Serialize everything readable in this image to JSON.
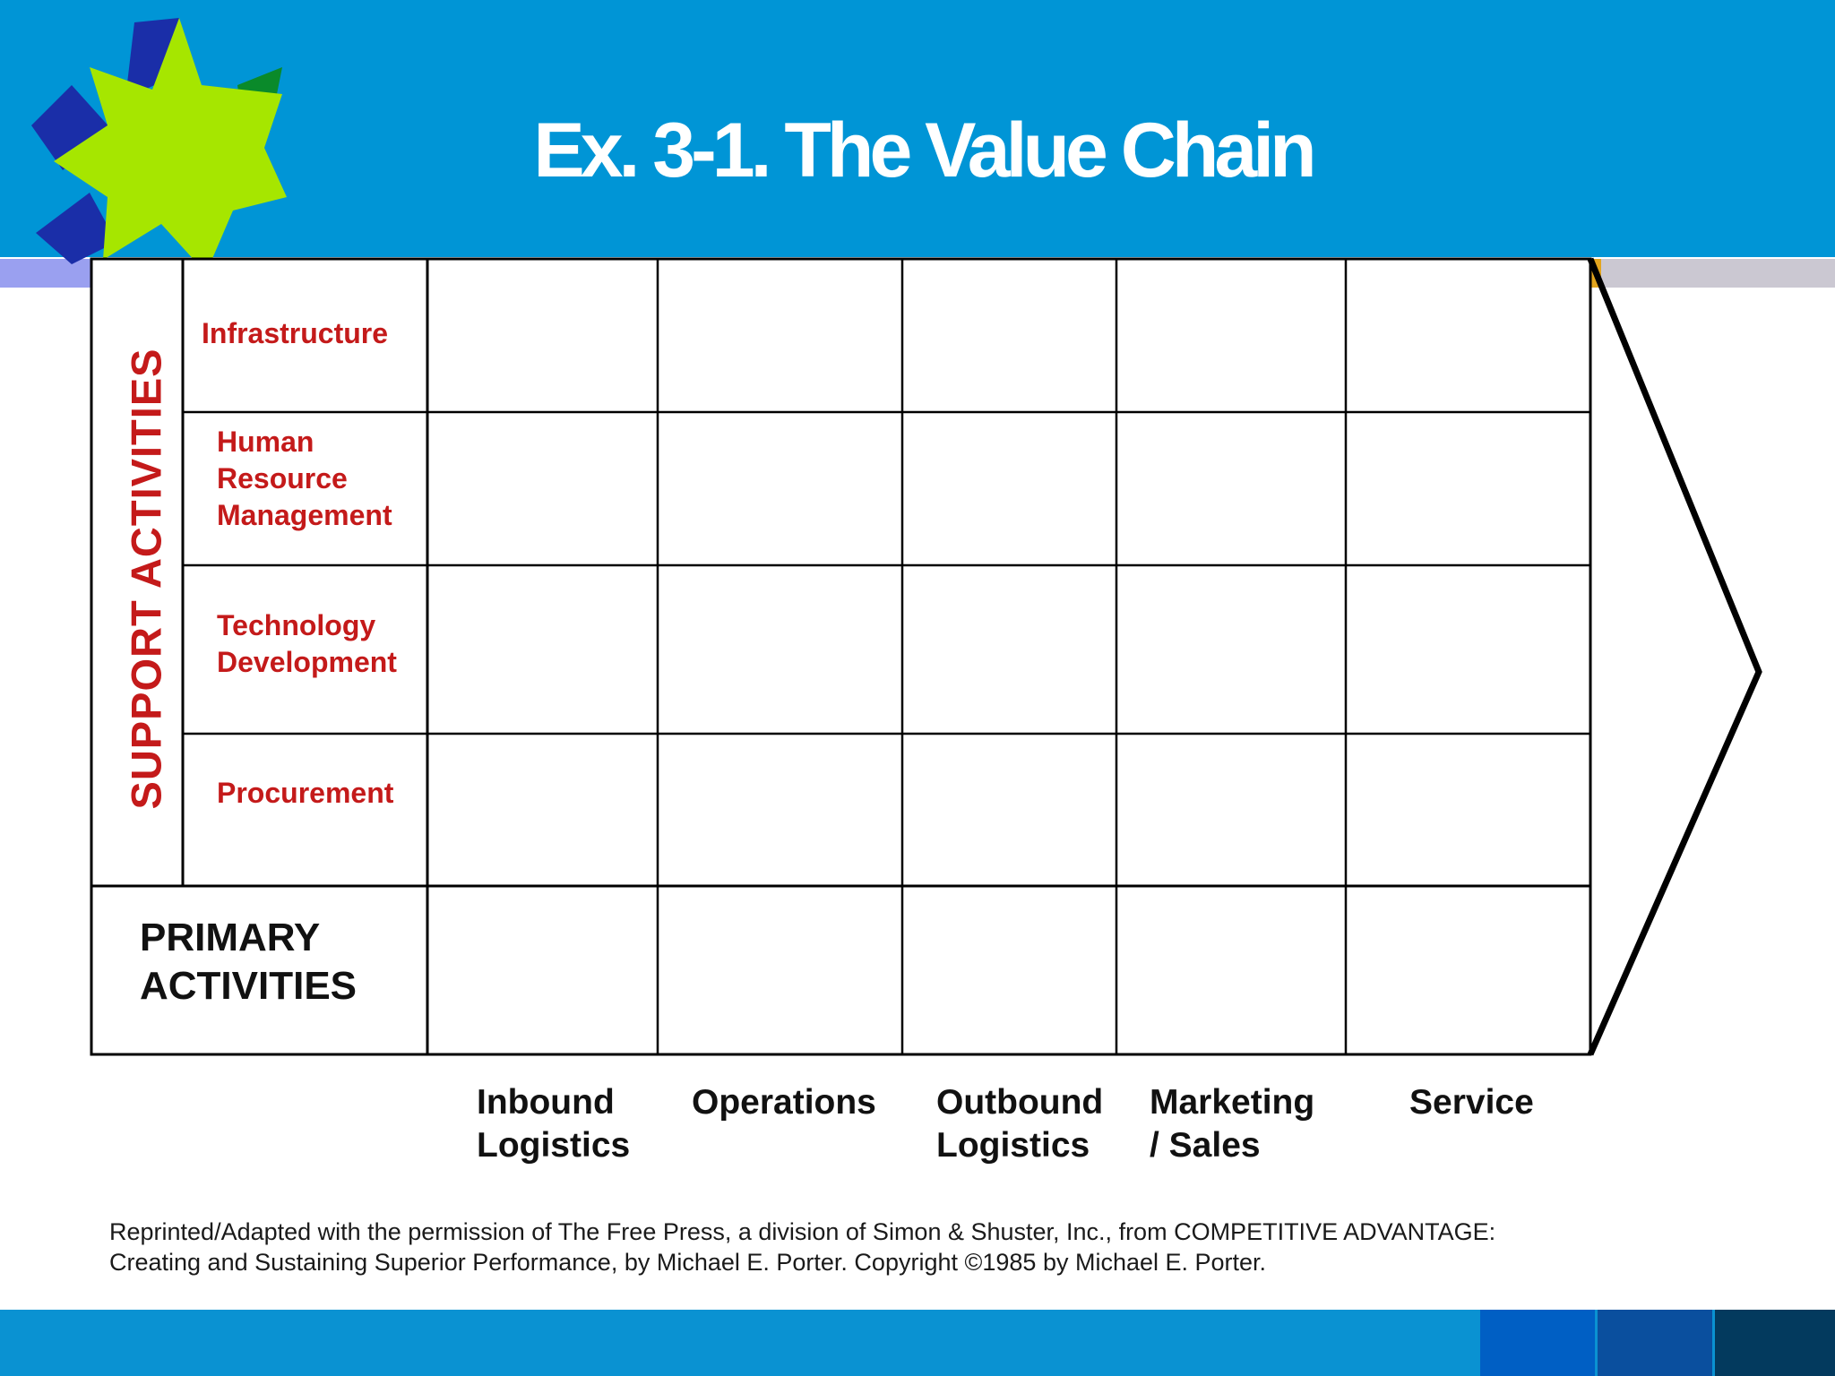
{
  "slide": {
    "title": "Ex. 3-1. The Value Chain",
    "colors": {
      "header_blue": "#0095d6",
      "support_red": "#c41a1a",
      "logo_green": "#a6e600",
      "logo_navy": "#1a2ea8"
    },
    "support_activities": {
      "heading": "SUPPORT ACTIVITIES",
      "rows": [
        {
          "lines": [
            "Infrastructure"
          ]
        },
        {
          "lines": [
            "Human",
            "Resource",
            "Management"
          ]
        },
        {
          "lines": [
            "Technology",
            "Development"
          ]
        },
        {
          "lines": [
            "Procurement"
          ]
        }
      ]
    },
    "primary_activities": {
      "lines": [
        "PRIMARY",
        "ACTIVITIES"
      ],
      "columns": [
        {
          "line1": "Inbound",
          "line2": "Logistics"
        },
        {
          "line1": "Operations",
          "line2": ""
        },
        {
          "line1": "Outbound",
          "line2": "Logistics"
        },
        {
          "line1": "Marketing",
          "line2": "/ Sales"
        },
        {
          "line1": "Service",
          "line2": ""
        }
      ]
    },
    "footer": {
      "line1": "Reprinted/Adapted with the permission of The Free Press, a division of Simon & Shuster, Inc., from COMPETITIVE ADVANTAGE:",
      "line2": "Creating and Sustaining Superior Performance, by Michael E. Porter.  Copyright ©1985 by Michael E. Porter."
    }
  }
}
